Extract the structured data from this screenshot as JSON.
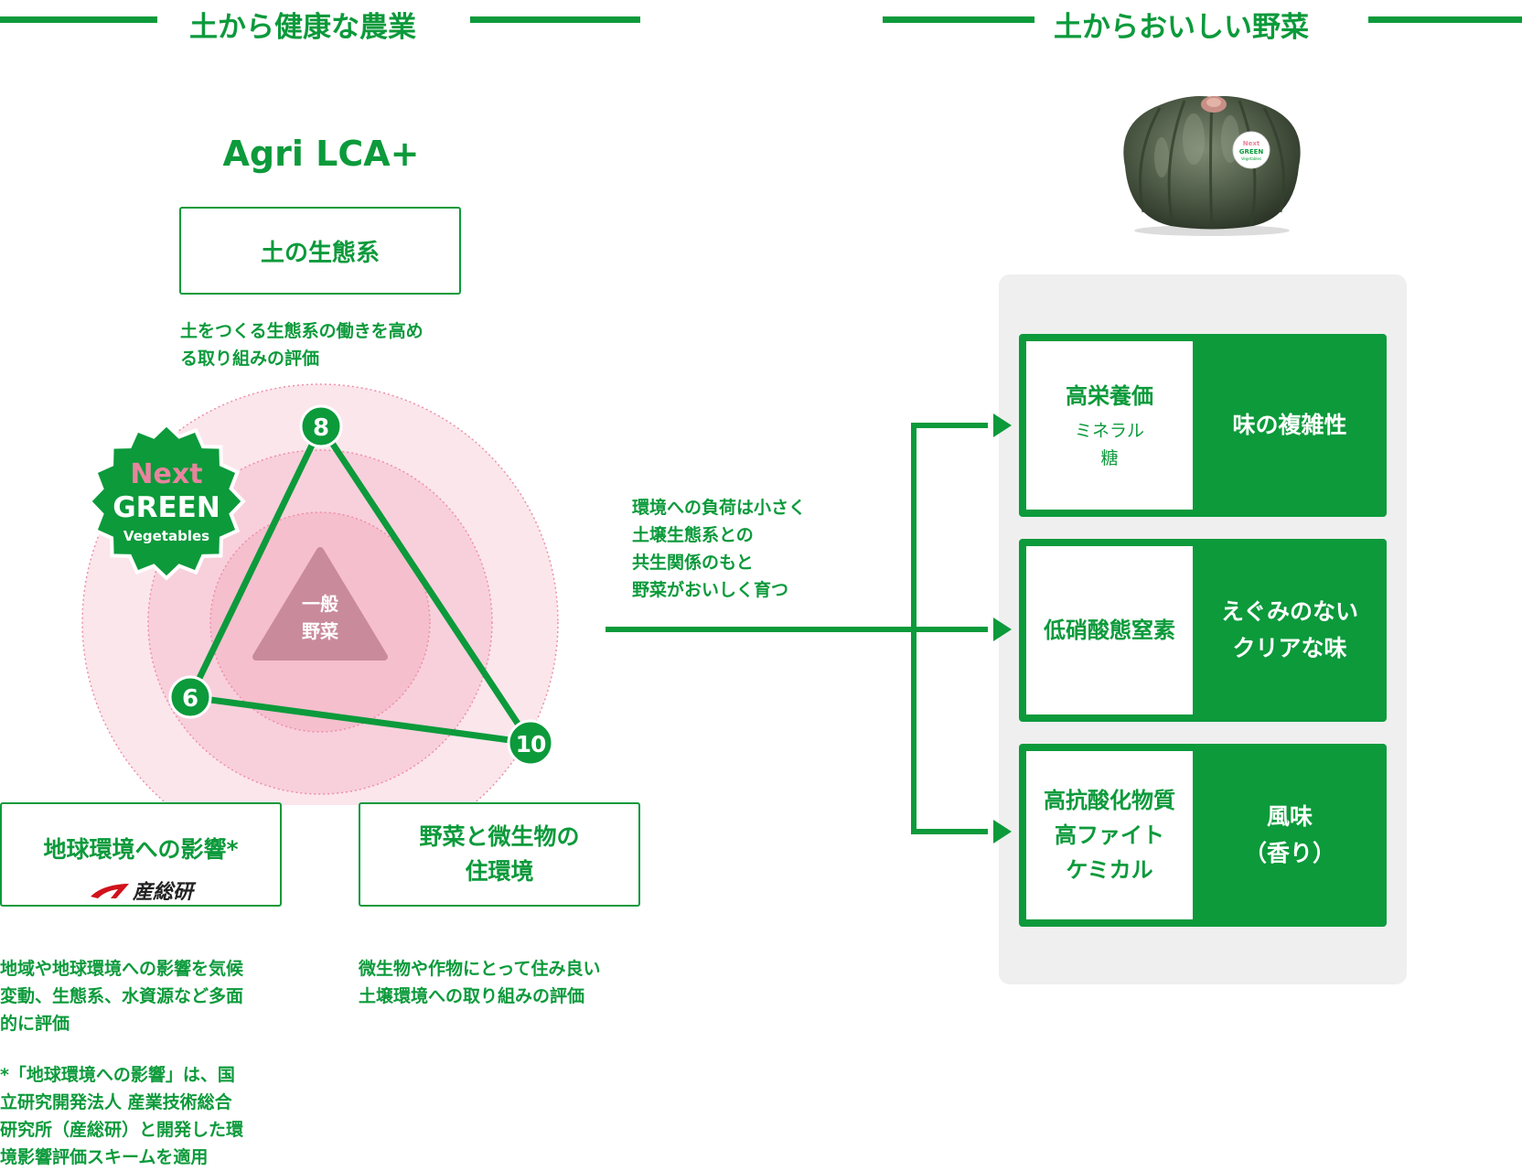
{
  "left_header": "土から健康な農業",
  "right_header": "土からおいしい野菜",
  "diagram_title": "Agri LCA+",
  "soil_ecosystem": {
    "label": "土の生態系",
    "desc": [
      "土をつくる生態系の働きを高め",
      "る取り組みの評価"
    ]
  },
  "global_env": {
    "label": "地球環境への影響*",
    "logo_text": "産総研",
    "desc": [
      "地域や地球環境への影響を気候",
      "変動、生態系、水資源など多面",
      "的に評価"
    ],
    "note": [
      "*「地球環境への影響」は、国",
      "立研究開発法人 産業技術総合",
      "研究所（産総研）と開発した環",
      "境影響評価スキームを適用"
    ]
  },
  "microbe_env": {
    "label": [
      "野菜と微生物の",
      "住環境"
    ],
    "desc": [
      "微生物や作物にとって住み良い",
      "土壌環境への取り組みの評価"
    ]
  },
  "radar": {
    "top": "8",
    "left": "6",
    "right": "10",
    "general_veg": [
      "一般",
      "野菜"
    ]
  },
  "badge": {
    "line1": "Next",
    "line2": "GREEN",
    "line3": "Vegetables"
  },
  "mid_text": [
    "環境への負荷は小さく",
    "土壌生態系との",
    "共生関係のもと",
    "野菜がおいしく育つ"
  ],
  "pumpkin_badge": [
    "Next",
    "GREEN",
    "Vegetables"
  ],
  "cards": [
    {
      "left_main": [
        "高栄養価"
      ],
      "left_sub": [
        "ミネラル",
        "糖"
      ],
      "right": [
        "味の複雑性"
      ]
    },
    {
      "left_main": [
        "低硝酸態窒素"
      ],
      "left_sub": [],
      "right": [
        "えぐみのない",
        "クリアな味"
      ]
    },
    {
      "left_main": [
        "高抗酸化物質",
        "高ファイト",
        "ケミカル"
      ],
      "left_sub": [],
      "right": [
        "風味",
        "（香り）"
      ]
    }
  ],
  "colors": {
    "green": "#0c9a3b",
    "pink_circle": "#f5b3c6",
    "general_triangle": "#c98a9c",
    "next_pink": "#e8849e",
    "panel_gray": "#efefef"
  }
}
